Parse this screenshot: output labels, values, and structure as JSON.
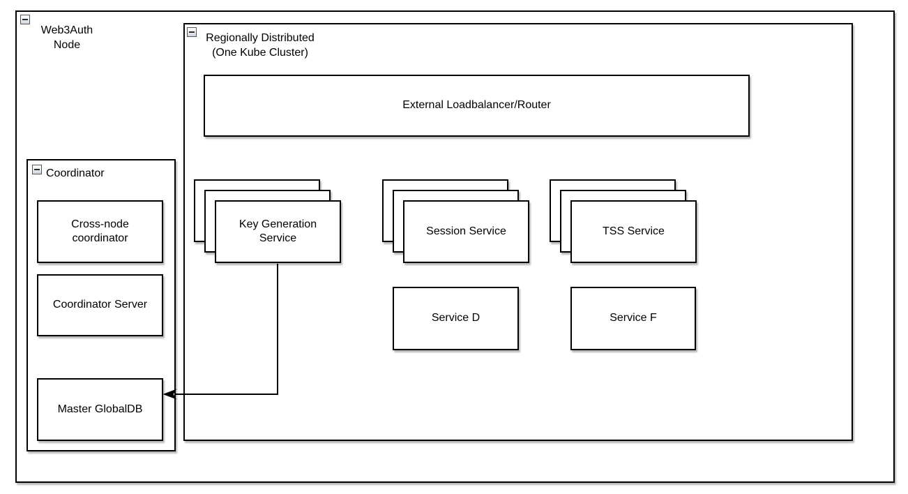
{
  "colors": {
    "stroke": "#000000",
    "fill": "#ffffff",
    "shadow": "rgba(0,0,0,0.28)",
    "collapse_button_border": "#565656",
    "collapse_button_fill": "#e9edf2"
  },
  "icons": {
    "collapse": "collapse-minus-icon"
  },
  "nodes": {
    "web3auth_node": {
      "label": "Web3Auth\nNode"
    },
    "regionally_distributed": {
      "label": "Regionally Distributed\n(One Kube Cluster)"
    },
    "external_loadbalancer": {
      "label": "External Loadbalancer/Router"
    },
    "key_generation_service": {
      "label": "Key Generation\nService"
    },
    "session_service": {
      "label": "Session Service"
    },
    "tss_service": {
      "label": "TSS Service"
    },
    "service_d": {
      "label": "Service D"
    },
    "service_f": {
      "label": "Service F"
    },
    "coordinator": {
      "label": "Coordinator"
    },
    "cross_node_coordinator": {
      "label": "Cross-node\ncoordinator"
    },
    "coordinator_server": {
      "label": "Coordinator Server"
    },
    "master_globaldb": {
      "label": "Master GlobalDB"
    }
  },
  "connector": {
    "from": "key_generation_service",
    "to": "master_globaldb",
    "type": "orthogonal-arrow"
  }
}
